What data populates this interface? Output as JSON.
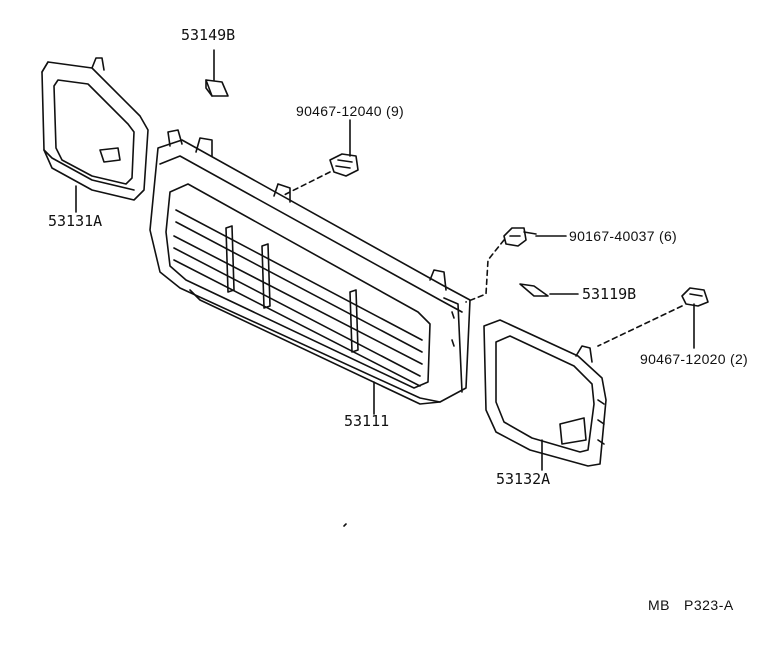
{
  "parts": {
    "grille": "53111",
    "left_lamp_bezel": "53131A",
    "right_lamp_bezel": "53132A",
    "upper_bracket": "53149B",
    "right_bracket": "53119B",
    "upper_clip": "90467-12040 (9)",
    "screw": "90167-40037 (6)",
    "right_clip": "90467-12020 (2)"
  },
  "reference": {
    "code_a": "MB",
    "code_b": "P323-A"
  },
  "colors": {
    "ink": "#111111",
    "paper": "#ffffff"
  }
}
